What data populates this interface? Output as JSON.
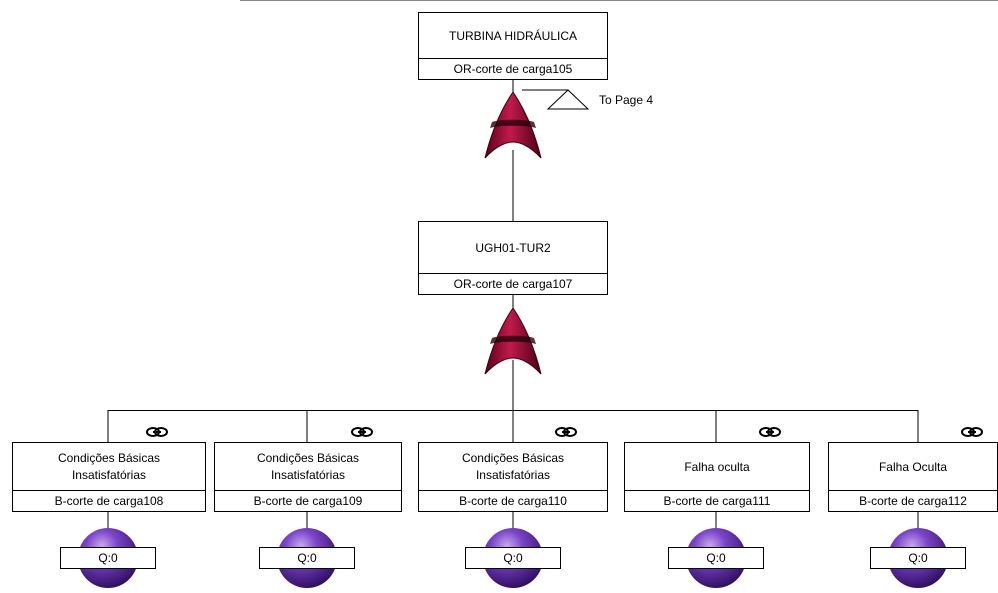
{
  "top_event": {
    "title": "TURBINA HIDRÁULICA",
    "gate_label": "OR-corte de carga105",
    "gate_type": "OR"
  },
  "transfer": {
    "label": "To Page 4"
  },
  "intermediate_event": {
    "title": "UGH01-TUR2",
    "gate_label": "OR-corte de carga107",
    "gate_type": "OR"
  },
  "basic_events": [
    {
      "title": "Condições Básicas Insatisfatórias",
      "label": "B-corte de carga108",
      "q": "Q:0"
    },
    {
      "title": "Condições Básicas Insatisfatórias",
      "label": "B-corte de carga109",
      "q": "Q:0"
    },
    {
      "title": "Condições Básicas Insatisfatórias",
      "label": "B-corte de carga110",
      "q": "Q:0"
    },
    {
      "title": "Falha oculta",
      "label": "B-corte de carga111",
      "q": "Q:0"
    },
    {
      "title": "Falha Oculta",
      "label": "B-corte de carga112",
      "q": "Q:0"
    }
  ],
  "colors": {
    "or_gate": "#a0103c",
    "basic_event": "#5b2a9a",
    "link_icon": "#000000"
  },
  "icons": {
    "link": "link-icon"
  }
}
